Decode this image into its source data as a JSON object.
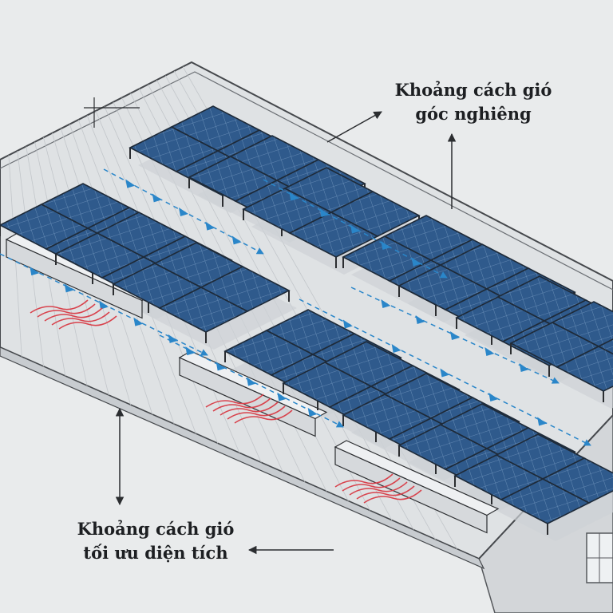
{
  "callouts": {
    "top": {
      "line1": "Khoảng cách gió",
      "line2": "góc nghiêng"
    },
    "bottom": {
      "line1": "Khoảng cách gió",
      "line2": "tối ưu diện tích"
    }
  },
  "colors": {
    "background": "#e9ebec",
    "roof": "#dfe2e4",
    "panel": "#2f5a8c",
    "panel_cell_line": "#8fb0d4",
    "airflow_arrow": "#2a86c9",
    "heat_lines": "#d8434d",
    "ink": "#2b2d30"
  },
  "icons": [
    "airflow-arrow-icon",
    "heat-wave-icon",
    "callout-arrow-icon"
  ]
}
